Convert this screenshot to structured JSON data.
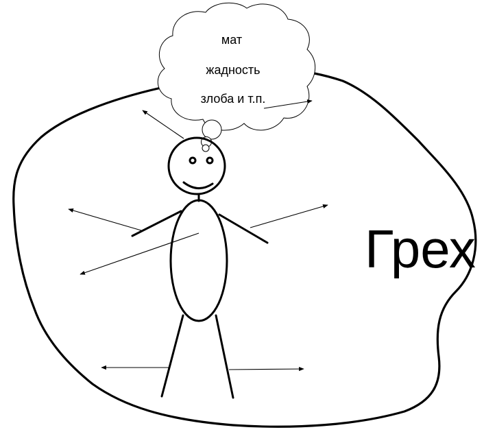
{
  "thought_bubble": {
    "lines": [
      "мат",
      "жадность",
      "злоба и т.п."
    ]
  },
  "label": "Грех",
  "colors": {
    "stroke": "#000000",
    "background": "#ffffff"
  }
}
